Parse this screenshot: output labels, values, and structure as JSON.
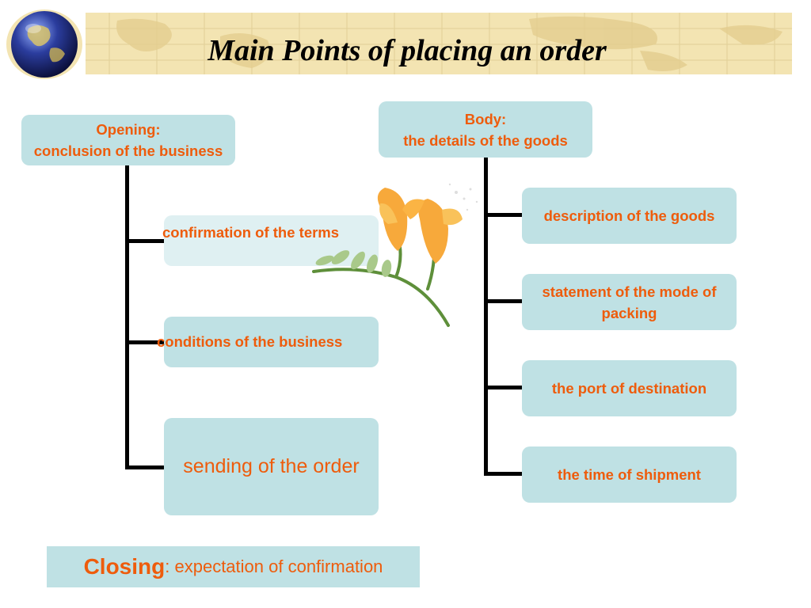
{
  "title": "Main Points of placing an order",
  "colors": {
    "box_fill": "#bfe1e4",
    "text_accent": "#ee5c0c",
    "connector": "#000000",
    "banner": "#f3e4b2"
  },
  "icons": {
    "globe": "globe-icon",
    "flower": "freesia-flower-image"
  },
  "opening": {
    "line1": "Opening:",
    "line2": "conclusion of the business",
    "children": [
      "confirmation of the terms",
      "conditions of the business",
      "sending of the order"
    ]
  },
  "body_section": {
    "line1": "Body:",
    "line2": "the details of the goods",
    "children": [
      "description of the goods",
      "statement of the mode of packing",
      "the port of destination",
      "the time of shipment"
    ]
  },
  "closing": {
    "label": "Closing",
    "separator": ": ",
    "text": "expectation of confirmation"
  }
}
